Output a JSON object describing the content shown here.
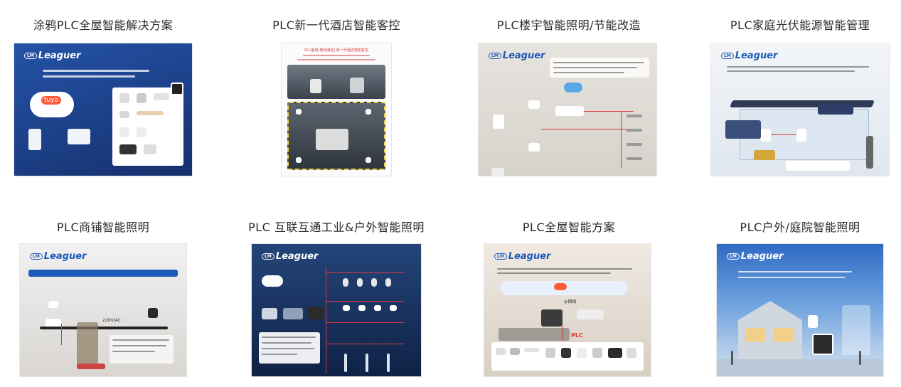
{
  "cards": [
    {
      "title": "涂鸦PLC全屋智能解决方案"
    },
    {
      "title": "PLC新一代酒店智能客控"
    },
    {
      "title": "PLC楼宇智能照明/节能改造"
    },
    {
      "title": "PLC家庭光伏能源智能管理"
    },
    {
      "title": "PLC商铺智能照明"
    },
    {
      "title": "PLC 互联互通工业&户外智能照明"
    },
    {
      "title": "PLC全屋智能方案"
    },
    {
      "title": "PLC户外/庭院智能照明"
    }
  ],
  "thumb_text": {
    "brand": "Leaguer",
    "tuya": "tuya",
    "hotel_banner": "PLC备用(电线通信) 新一代酒店智能客控",
    "plc_tag": "PLC",
    "voltage": "220V/AC",
    "ip_net": "ip网络"
  },
  "colors": {
    "tuya_bg": "#1c3f8e",
    "industrial_bg": "#1b3566",
    "accent_red": "#d93a3a",
    "brand_blue": "#1e5bb8"
  }
}
